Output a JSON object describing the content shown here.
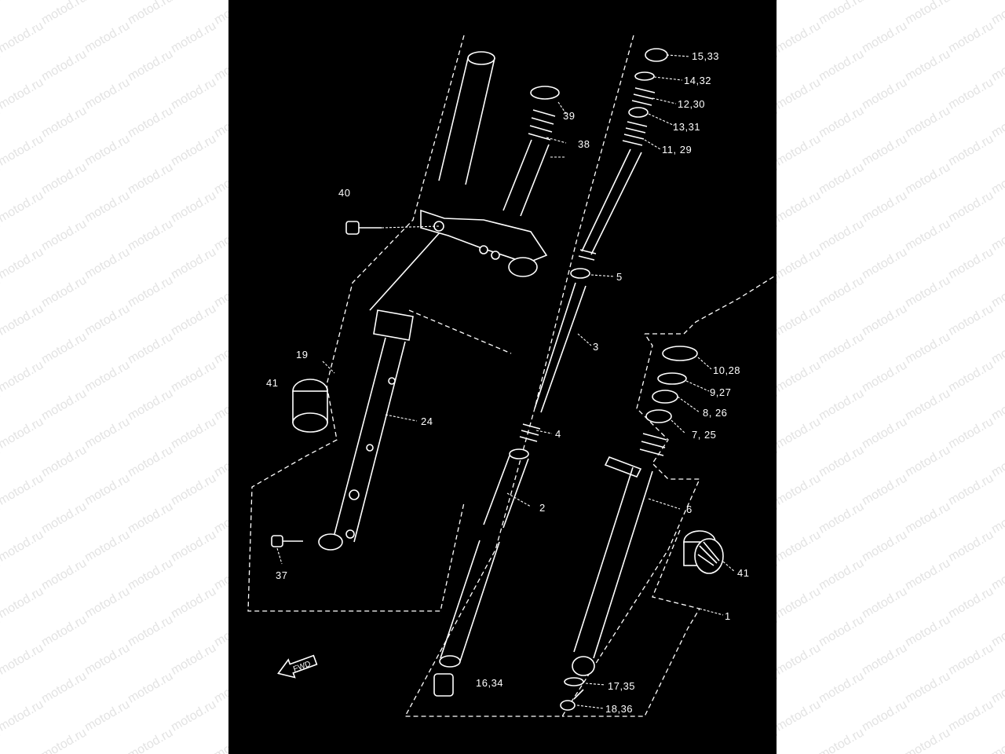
{
  "watermark": {
    "text": "motod.ru",
    "color": "#e3e3e3"
  },
  "diagram": {
    "background": "#000000",
    "line_color": "#ffffff",
    "callouts": {
      "c15_33": "15,33",
      "c14_32": "14,32",
      "c12_30": "12,30",
      "c13_31": "13,31",
      "c11_29": "11, 29",
      "c39": "39",
      "c38": "38",
      "c40": "40",
      "c5": "5",
      "c3": "3",
      "c19": "19",
      "c41_left": "41",
      "c24": "24",
      "c4": "4",
      "c2": "2",
      "c10_28": "10,28",
      "c9_27": "9,27",
      "c8_26": "8, 26",
      "c7_25": "7, 25",
      "c6": "6",
      "c41_right": "41",
      "c37": "37",
      "c1": "1",
      "c16_34": "16,34",
      "c17_35": "17,35",
      "c18_36": "18,36"
    },
    "fwd_label": "FWD"
  }
}
